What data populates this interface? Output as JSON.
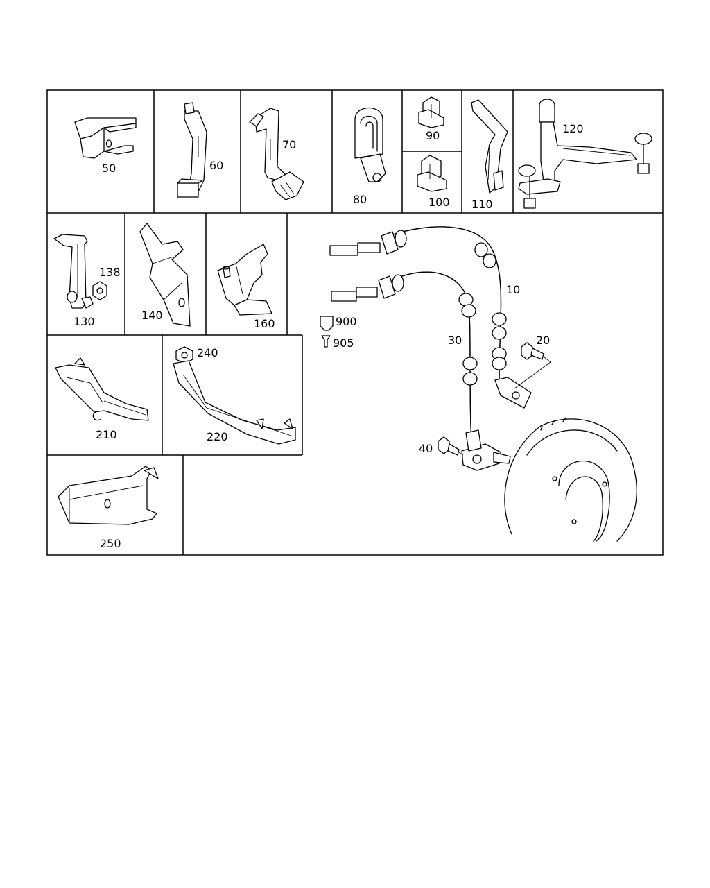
{
  "parts": {
    "p50": "50",
    "p60": "60",
    "p70": "70",
    "p80": "80",
    "p90": "90",
    "p100": "100",
    "p110": "110",
    "p120": "120",
    "p130": "130",
    "p138": "138",
    "p140": "140",
    "p160": "160",
    "p210": "210",
    "p220": "220",
    "p240": "240",
    "p250": "250",
    "p10": "10",
    "p20": "20",
    "p30": "30",
    "p40": "40",
    "p900": "900",
    "p905": "905"
  }
}
